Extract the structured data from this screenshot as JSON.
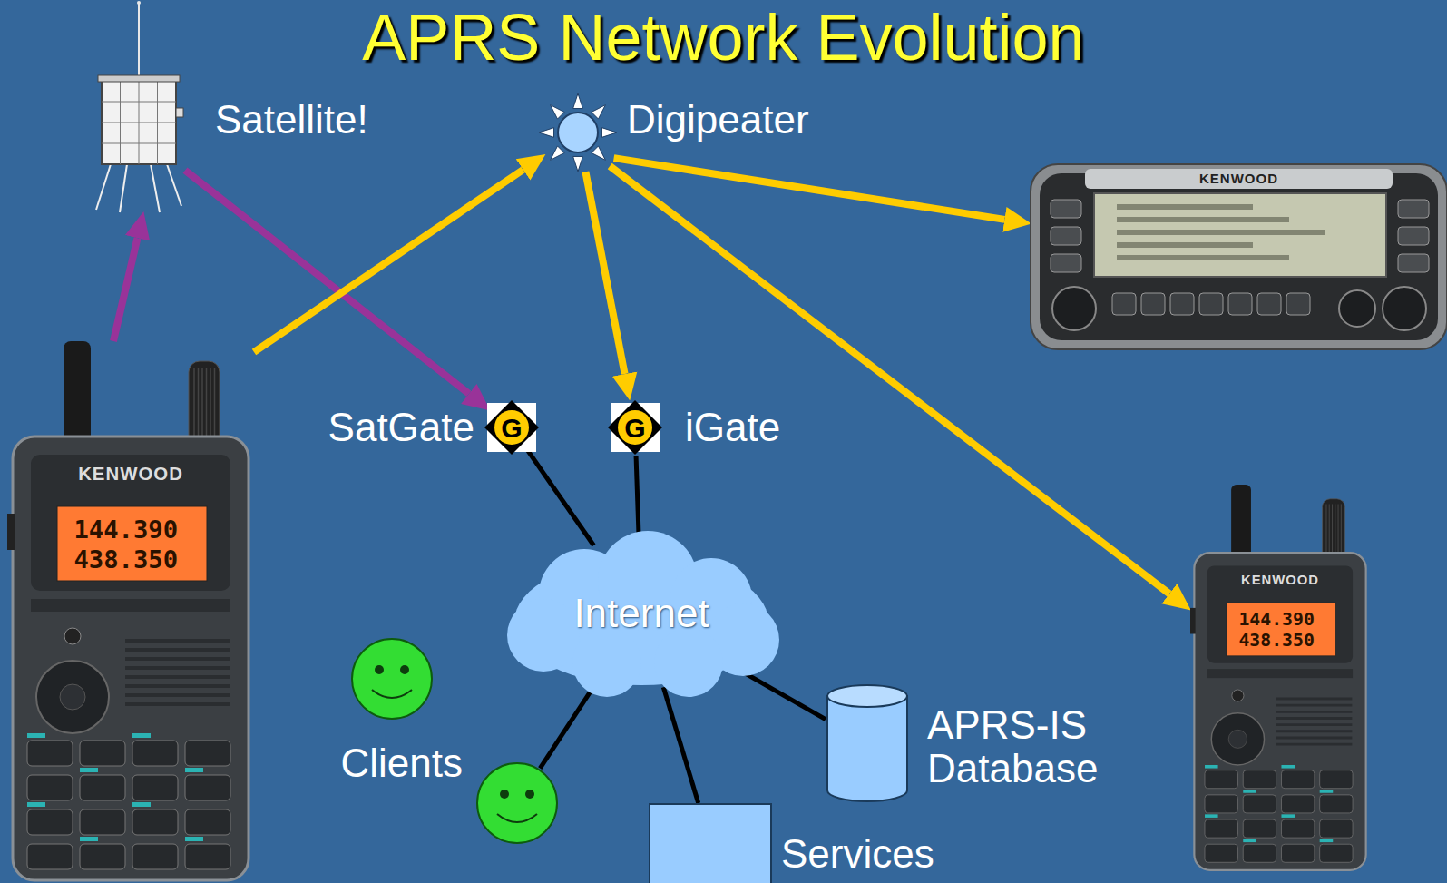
{
  "diagram": {
    "title": "APRS Network Evolution",
    "nodes": [
      {
        "text": [
          "Satellite!"
        ]
      },
      {
        "text": [
          "Digipeater"
        ]
      },
      {
        "text": [
          "KENWOOD"
        ]
      },
      {
        "text": [
          "KENWOOD",
          "144.390",
          "438.350"
        ]
      },
      {
        "text": [
          "SatGate",
          "G"
        ]
      },
      {
        "text": [
          "G",
          "iGate"
        ]
      },
      {
        "text": [
          "Internet"
        ]
      },
      {
        "text": [
          "Clients"
        ]
      },
      {
        "text": [
          "APRS-IS Database"
        ]
      },
      {
        "text": [
          "KENWOOD",
          "144.390",
          "438.350"
        ]
      },
      {
        "text": [
          "Services"
        ]
      }
    ],
    "edges": [
      {
        "from": 3,
        "to": 0,
        "arrow": "to"
      },
      {
        "from": 0,
        "to": 4,
        "arrow": "to"
      },
      {
        "from": 3,
        "to": 1,
        "arrow": "to"
      },
      {
        "from": 1,
        "to": 5,
        "arrow": "to"
      },
      {
        "from": 1,
        "to": 2,
        "arrow": "to"
      },
      {
        "from": 1,
        "to": 9,
        "arrow": "to"
      },
      {
        "from": 4,
        "to": 6,
        "arrow": "none"
      },
      {
        "from": 5,
        "to": 6,
        "arrow": "none"
      },
      {
        "from": 6,
        "to": 7,
        "arrow": "none"
      },
      {
        "from": 6,
        "to": 10,
        "arrow": "none"
      },
      {
        "from": 6,
        "to": 8,
        "arrow": "none"
      }
    ]
  }
}
